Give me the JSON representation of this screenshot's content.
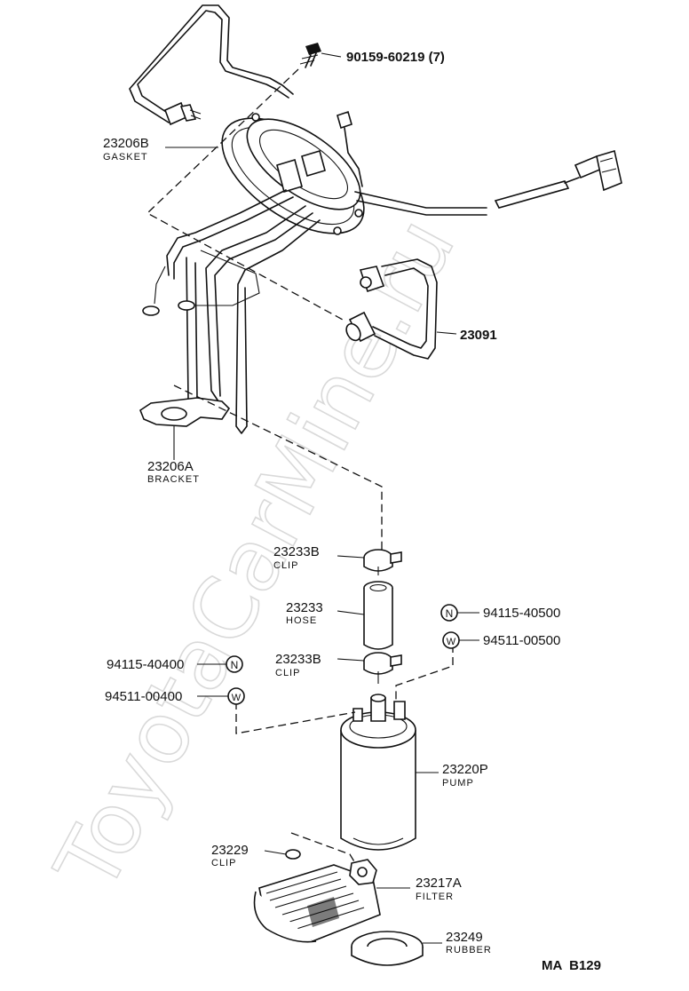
{
  "watermark": "ToyotaCarMine.ru",
  "footer_code": "MA  B129",
  "parts": {
    "bolt": {
      "number": "90159-60219 (7)"
    },
    "gasket": {
      "number": "23206B",
      "caption": "GASKET"
    },
    "pipe": {
      "number": "23091"
    },
    "bracket": {
      "number": "23206A",
      "caption": "BRACKET"
    },
    "clip_upper": {
      "number": "23233B",
      "caption": "CLIP"
    },
    "hose": {
      "number": "23233",
      "caption": "HOSE"
    },
    "clip_lower": {
      "number": "23233B",
      "caption": "CLIP"
    },
    "nut_right": {
      "number": "94115-40500",
      "symbol": "N"
    },
    "washer_right": {
      "number": "94511-00500",
      "symbol": "W"
    },
    "nut_left": {
      "number": "94115-40400",
      "symbol": "N"
    },
    "washer_left": {
      "number": "94511-00400",
      "symbol": "W"
    },
    "pump": {
      "number": "23220P",
      "caption": "PUMP"
    },
    "clip_small": {
      "number": "23229",
      "caption": "CLIP"
    },
    "filter": {
      "number": "23217A",
      "caption": "FILTER"
    },
    "rubber": {
      "number": "23249",
      "caption": "RUBBER"
    }
  }
}
